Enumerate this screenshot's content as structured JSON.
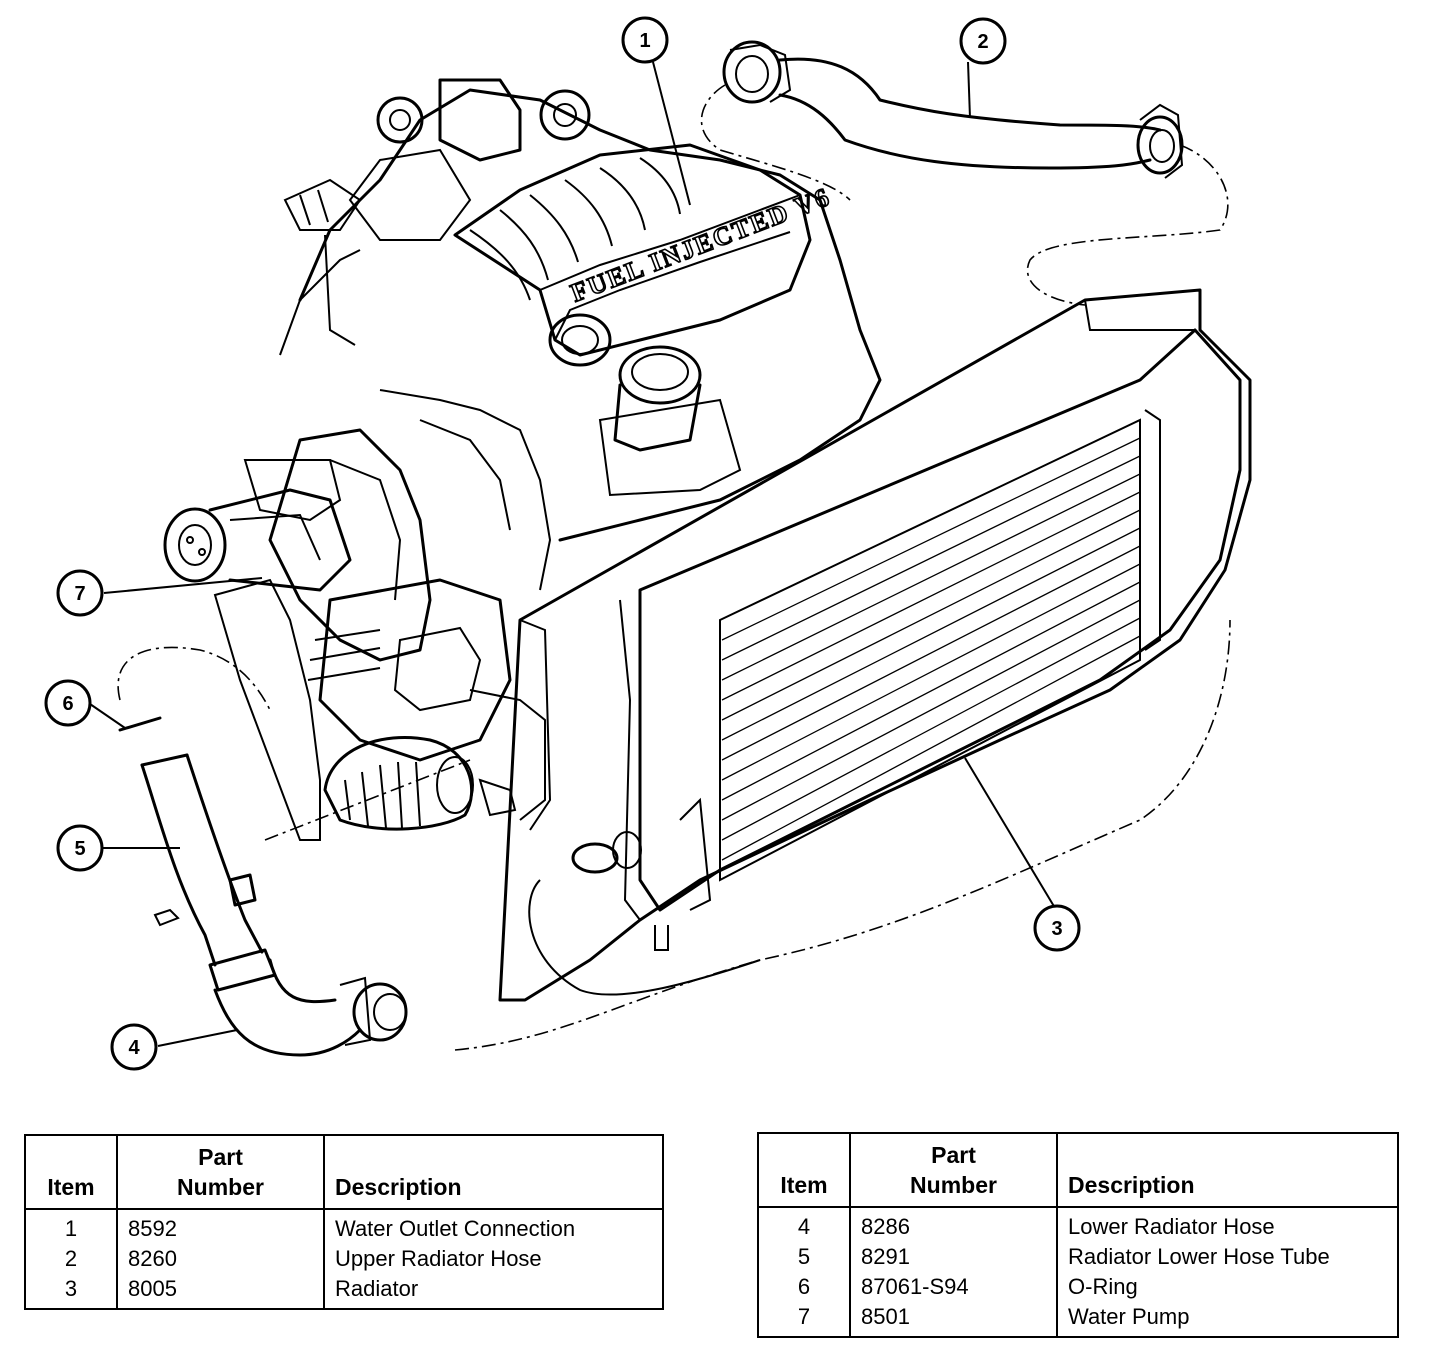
{
  "callouts": [
    "1",
    "2",
    "3",
    "4",
    "5",
    "6",
    "7"
  ],
  "engine_lettering": "FUEL INJECTED V6",
  "table_headers": {
    "item": "Item",
    "part_number_line1": "Part",
    "part_number_line2": "Number",
    "description": "Description"
  },
  "parts_left": [
    {
      "item": "1",
      "part_number": "8592",
      "description": "Water Outlet Connection"
    },
    {
      "item": "2",
      "part_number": "8260",
      "description": "Upper Radiator Hose"
    },
    {
      "item": "3",
      "part_number": "8005",
      "description": "Radiator"
    }
  ],
  "parts_right": [
    {
      "item": "4",
      "part_number": "8286",
      "description": "Lower Radiator Hose"
    },
    {
      "item": "5",
      "part_number": "8291",
      "description": "Radiator Lower Hose Tube"
    },
    {
      "item": "6",
      "part_number": "87061-S94",
      "description": "O-Ring"
    },
    {
      "item": "7",
      "part_number": "8501",
      "description": "Water Pump"
    }
  ]
}
